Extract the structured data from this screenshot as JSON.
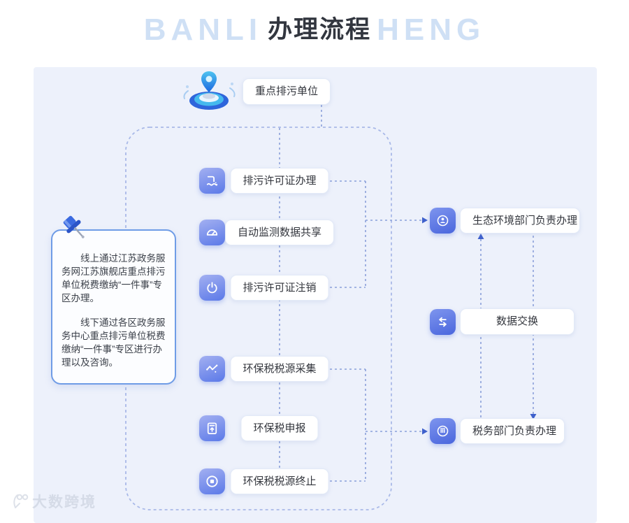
{
  "title": {
    "pinyin_left": "BANLI",
    "main": "办理流程",
    "pinyin_right": "HENG"
  },
  "source_node": {
    "label": "重点排污单位",
    "icon": "platform-pin-3d-icon"
  },
  "callout": {
    "icon": "pushpin-icon",
    "paragraphs": [
      "线上通过江苏政务服务网江苏旗舰店重点排污单位税费缴纳“一件事”专区办理。",
      "线下通过各区政务服务中心重点排污单位税费缴纳“一件事”专区进行办理以及咨询。"
    ]
  },
  "process_steps": [
    {
      "label": "排污许可证办理",
      "icon": "discharge-pipe-icon"
    },
    {
      "label": "自动监测数据共享",
      "icon": "gauge-icon"
    },
    {
      "label": "排污许可证注销",
      "icon": "power-icon"
    },
    {
      "label": "环保税税源采集",
      "icon": "pulse-icon"
    },
    {
      "label": "环保税申报",
      "icon": "document-upload-icon"
    },
    {
      "label": "环保税税源终止",
      "icon": "stop-record-icon"
    }
  ],
  "right_nodes": [
    {
      "label": "生态环境部门负责办理",
      "icon": "eco-emblem-icon"
    },
    {
      "label": "数据交换",
      "icon": "swap-arrows-icon"
    },
    {
      "label": "税务部门负责办理",
      "icon": "tax-emblem-icon"
    }
  ],
  "watermark": {
    "text": "大数跨境"
  },
  "colors": {
    "panel_bg": "#edf1fb",
    "dashed_line": "#8a9fd9",
    "outer_rect_border": "#a9b9e8",
    "arrow": "#3f61cc",
    "tile_gradient_start": "#a3b0f1",
    "tile_gradient_end": "#5b79e8",
    "callout_border": "#6f9ce6",
    "title_pinyin": "#cfe0f5",
    "title_text": "#32363f"
  }
}
